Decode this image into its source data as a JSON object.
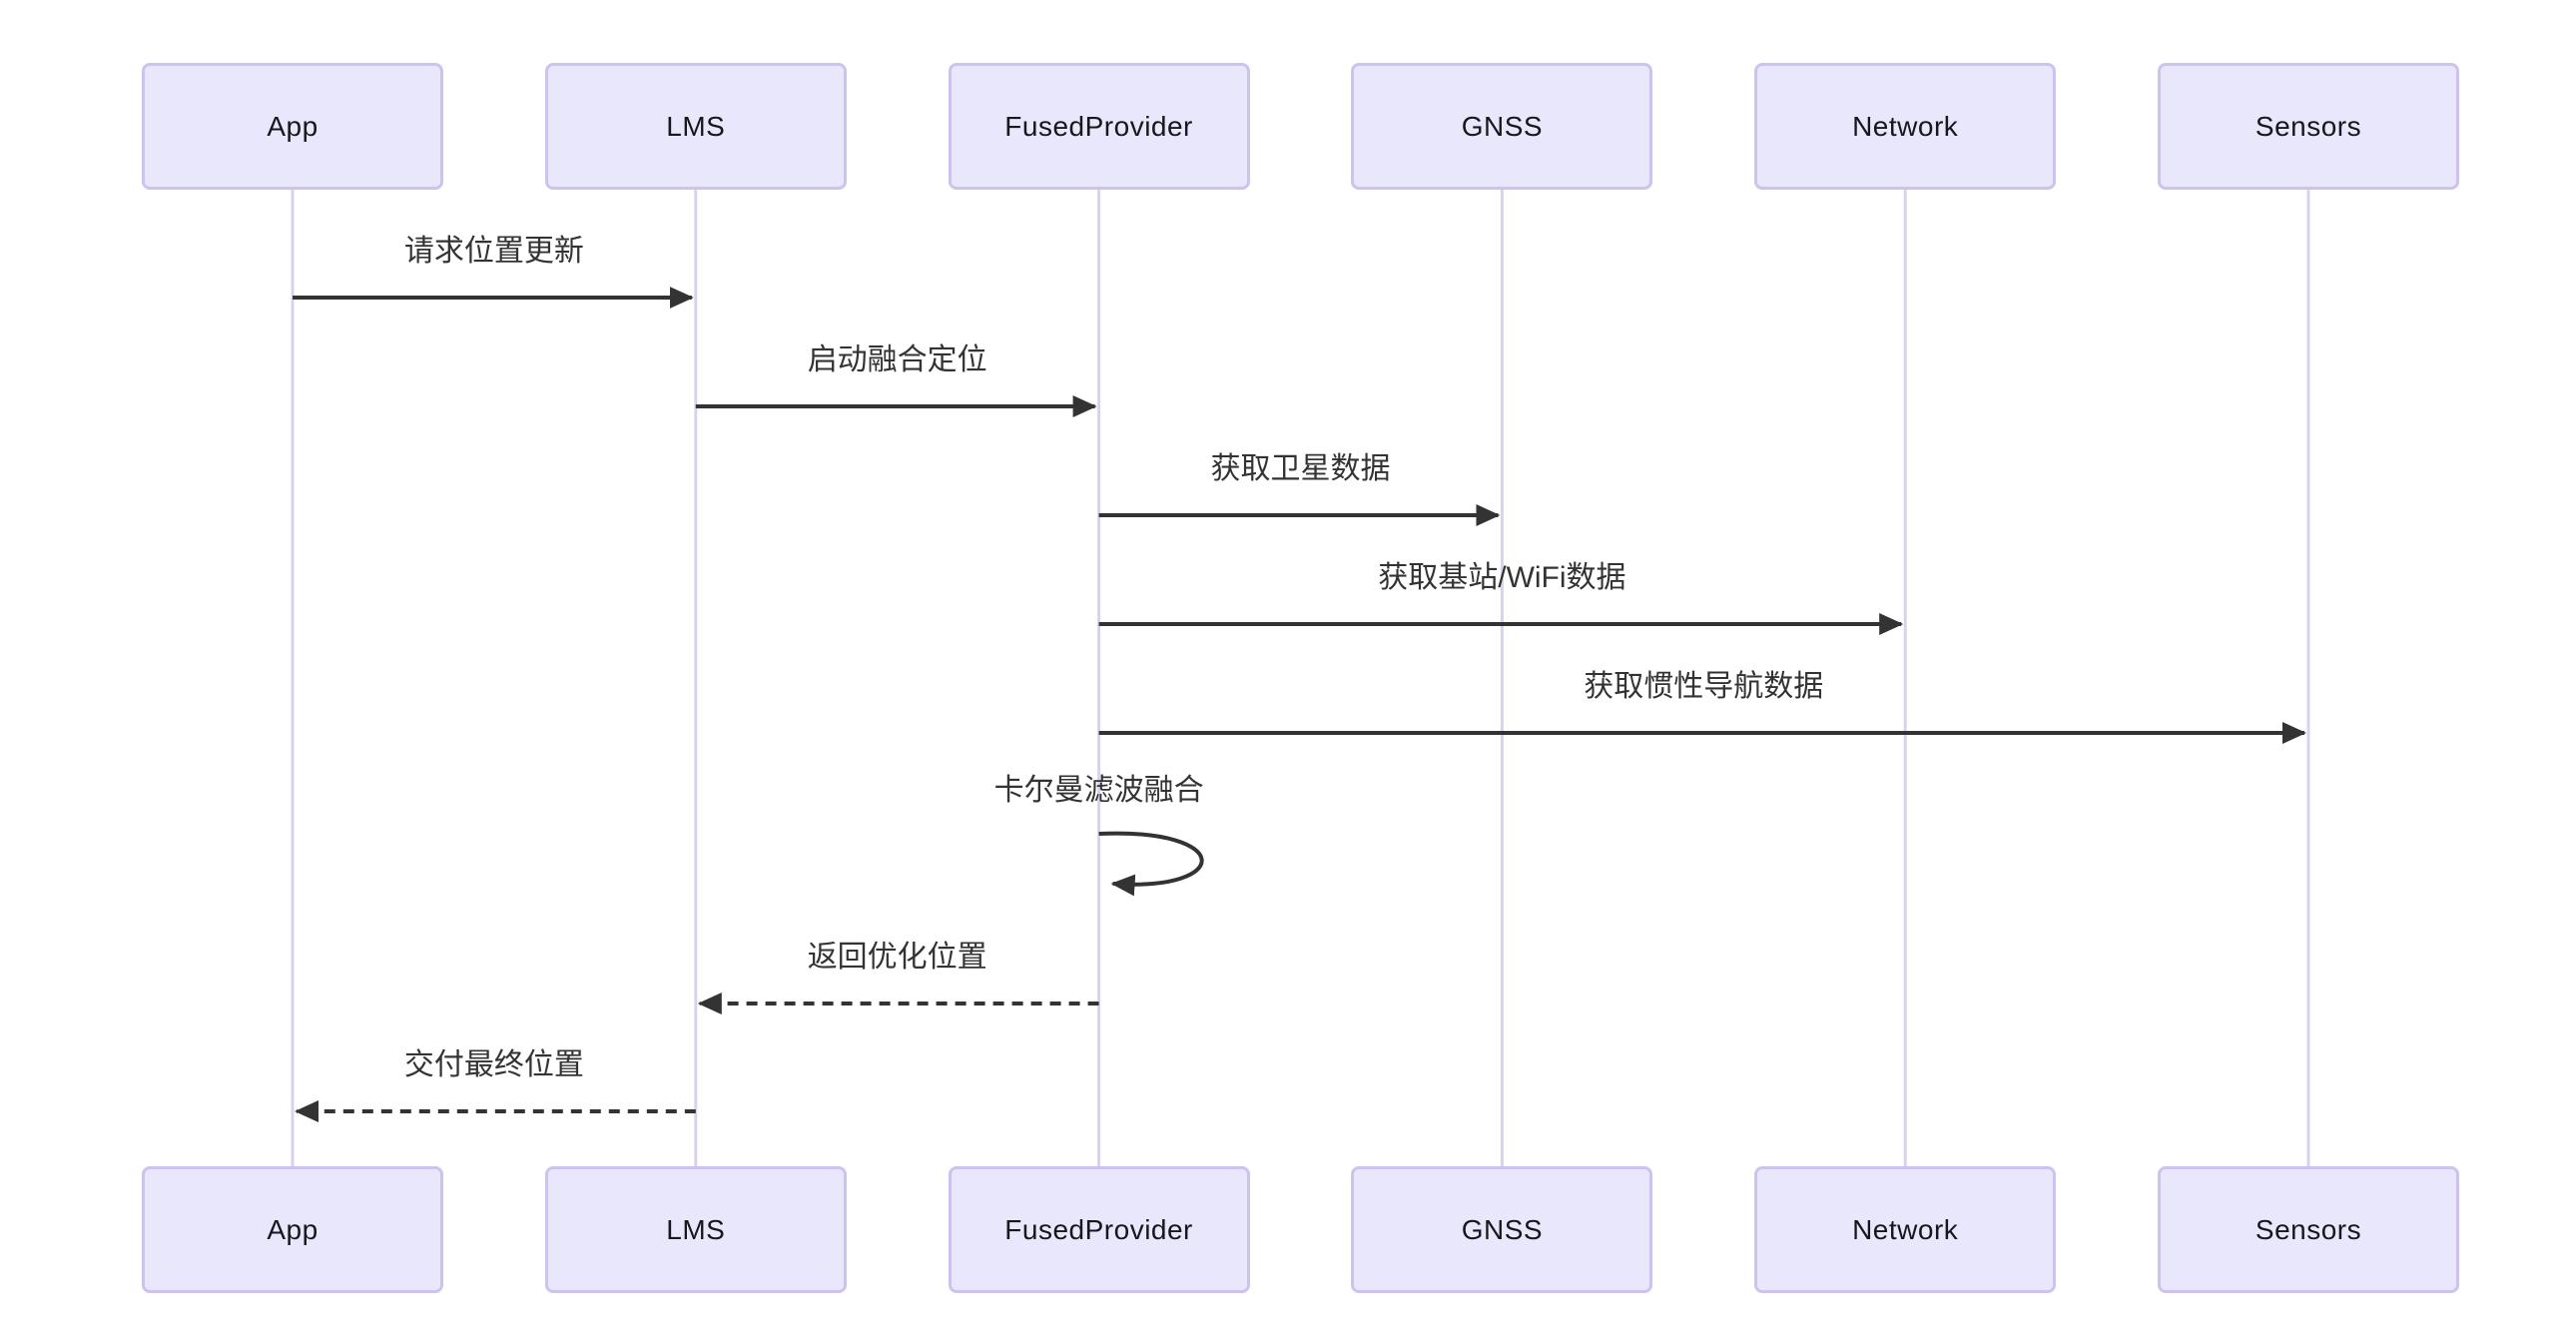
{
  "diagram": {
    "kind": "sequence-diagram",
    "actors": [
      {
        "label": "App"
      },
      {
        "label": "LMS"
      },
      {
        "label": "FusedProvider"
      },
      {
        "label": "GNSS"
      },
      {
        "label": "Network"
      },
      {
        "label": "Sensors"
      }
    ],
    "messages": [
      {
        "from": "App",
        "to": "LMS",
        "label": "请求位置更新",
        "line": "solid"
      },
      {
        "from": "LMS",
        "to": "FusedProvider",
        "label": "启动融合定位",
        "line": "solid"
      },
      {
        "from": "FusedProvider",
        "to": "GNSS",
        "label": "获取卫星数据",
        "line": "solid"
      },
      {
        "from": "FusedProvider",
        "to": "Network",
        "label": "获取基站/WiFi数据",
        "line": "solid"
      },
      {
        "from": "FusedProvider",
        "to": "Sensors",
        "label": "获取惯性导航数据",
        "line": "solid"
      },
      {
        "from": "FusedProvider",
        "to": "FusedProvider",
        "label": "卡尔曼滤波融合",
        "line": "self"
      },
      {
        "from": "FusedProvider",
        "to": "LMS",
        "label": "返回优化位置",
        "line": "dashed"
      },
      {
        "from": "LMS",
        "to": "App",
        "label": "交付最终位置",
        "line": "dashed"
      }
    ],
    "colors": {
      "background": "#ffffff",
      "actor_fill": "#e9e7fb",
      "actor_border": "#cdc3ee",
      "lifeline": "#d9d2ef",
      "message": "#333333"
    }
  }
}
